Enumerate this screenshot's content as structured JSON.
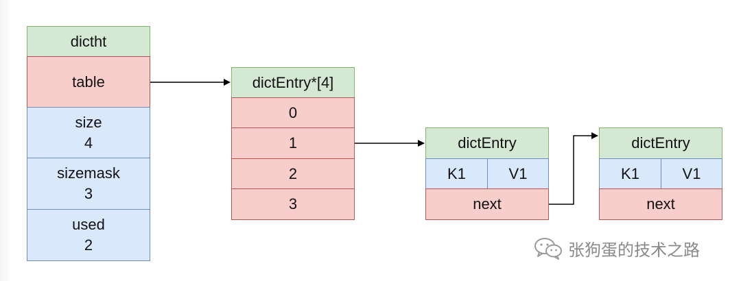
{
  "dictht": {
    "header": "dictht",
    "table": "table",
    "size_label": "size",
    "size_value": "4",
    "sizemask_label": "sizemask",
    "sizemask_value": "3",
    "used_label": "used",
    "used_value": "2"
  },
  "bucket_array": {
    "header": "dictEntry*[4]",
    "slots": [
      "0",
      "1",
      "2",
      "3"
    ]
  },
  "entry_1": {
    "header": "dictEntry",
    "key": "K1",
    "value": "V1",
    "next": "next"
  },
  "entry_2": {
    "header": "dictEntry",
    "key": "K1",
    "value": "V1",
    "next": "next"
  },
  "watermark": {
    "text": "张狗蛋的技术之路"
  }
}
